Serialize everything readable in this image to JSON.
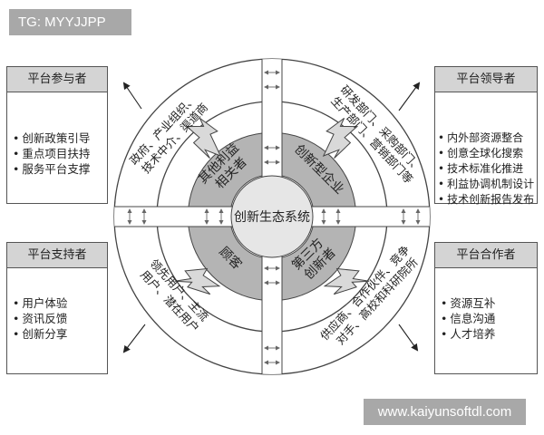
{
  "watermarks": {
    "top": "TG: MYYJJPP",
    "bottom": "www.kaiyunsoftdl.com"
  },
  "panels": {
    "top_left": {
      "title": "平台参与者",
      "items": [
        "创新政策引导",
        "重点项目扶持",
        "服务平台支撑"
      ]
    },
    "top_right": {
      "title": "平台领导者",
      "items": [
        "内外部资源整合",
        "创意全球化搜索",
        "技术标准化推进",
        "利益协调机制设计",
        "技术创新报告发布"
      ]
    },
    "bottom_left": {
      "title": "平台支持者",
      "items": [
        "用户体验",
        "资讯反馈",
        "创新分享"
      ]
    },
    "bottom_right": {
      "title": "平台合作者",
      "items": [
        "资源互补",
        "信息沟通",
        "人才培养"
      ]
    }
  },
  "diagram": {
    "center": "创新生态系统",
    "sectors": {
      "top_left": [
        "其他利益",
        "相关者"
      ],
      "top_right": [
        "创新型企业"
      ],
      "bottom_left": [
        "顾客"
      ],
      "bottom_right": [
        "第三方",
        "创新者"
      ]
    },
    "outer_ring": {
      "top_left": [
        "政府、产业组织、",
        "技术中介、渠道商"
      ],
      "top_right": [
        "研发部门、采购部门、",
        "生产部门、营销部门等"
      ],
      "bottom_left": [
        "领先用户、主流",
        "用户、潜在用户"
      ],
      "bottom_right": [
        "供应商、合作伙伴、竞争",
        "对手、高校和科研院所"
      ]
    },
    "colors": {
      "sector_fill": "#b4b4b4",
      "center_fill": "#e6e6e6",
      "arrow_fill": "#d9d9d9",
      "stroke": "#444444",
      "header_fill": "#d4d4d4"
    }
  }
}
